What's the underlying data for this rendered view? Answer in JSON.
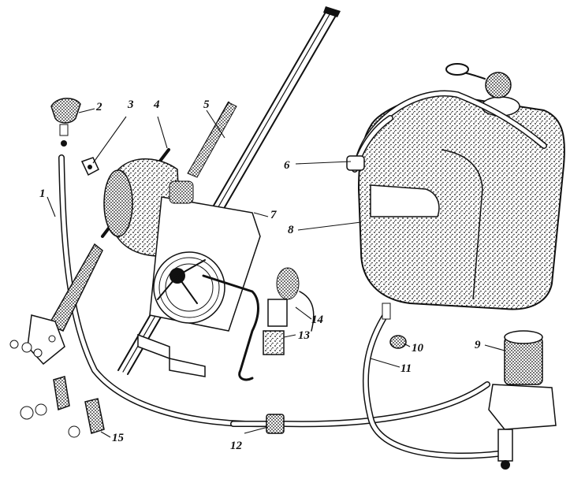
{
  "figure": {
    "callouts": [
      {
        "id": "1",
        "part": "hose"
      },
      {
        "id": "2",
        "part": "spray-nozzle"
      },
      {
        "id": "3",
        "part": "clip"
      },
      {
        "id": "4",
        "part": "wiper-arm-rod"
      },
      {
        "id": "5",
        "part": "wiper-blade"
      },
      {
        "id": "6",
        "part": "tank-fitting"
      },
      {
        "id": "7",
        "part": "wiper-motor"
      },
      {
        "id": "8",
        "part": "washer-reservoir"
      },
      {
        "id": "9",
        "part": "washer-pump"
      },
      {
        "id": "10",
        "part": "filter"
      },
      {
        "id": "11",
        "part": "hose"
      },
      {
        "id": "12",
        "part": "tee-connector"
      },
      {
        "id": "13",
        "part": "connector"
      },
      {
        "id": "14",
        "part": "switch"
      },
      {
        "id": "15",
        "part": "mounting-pads"
      }
    ]
  }
}
